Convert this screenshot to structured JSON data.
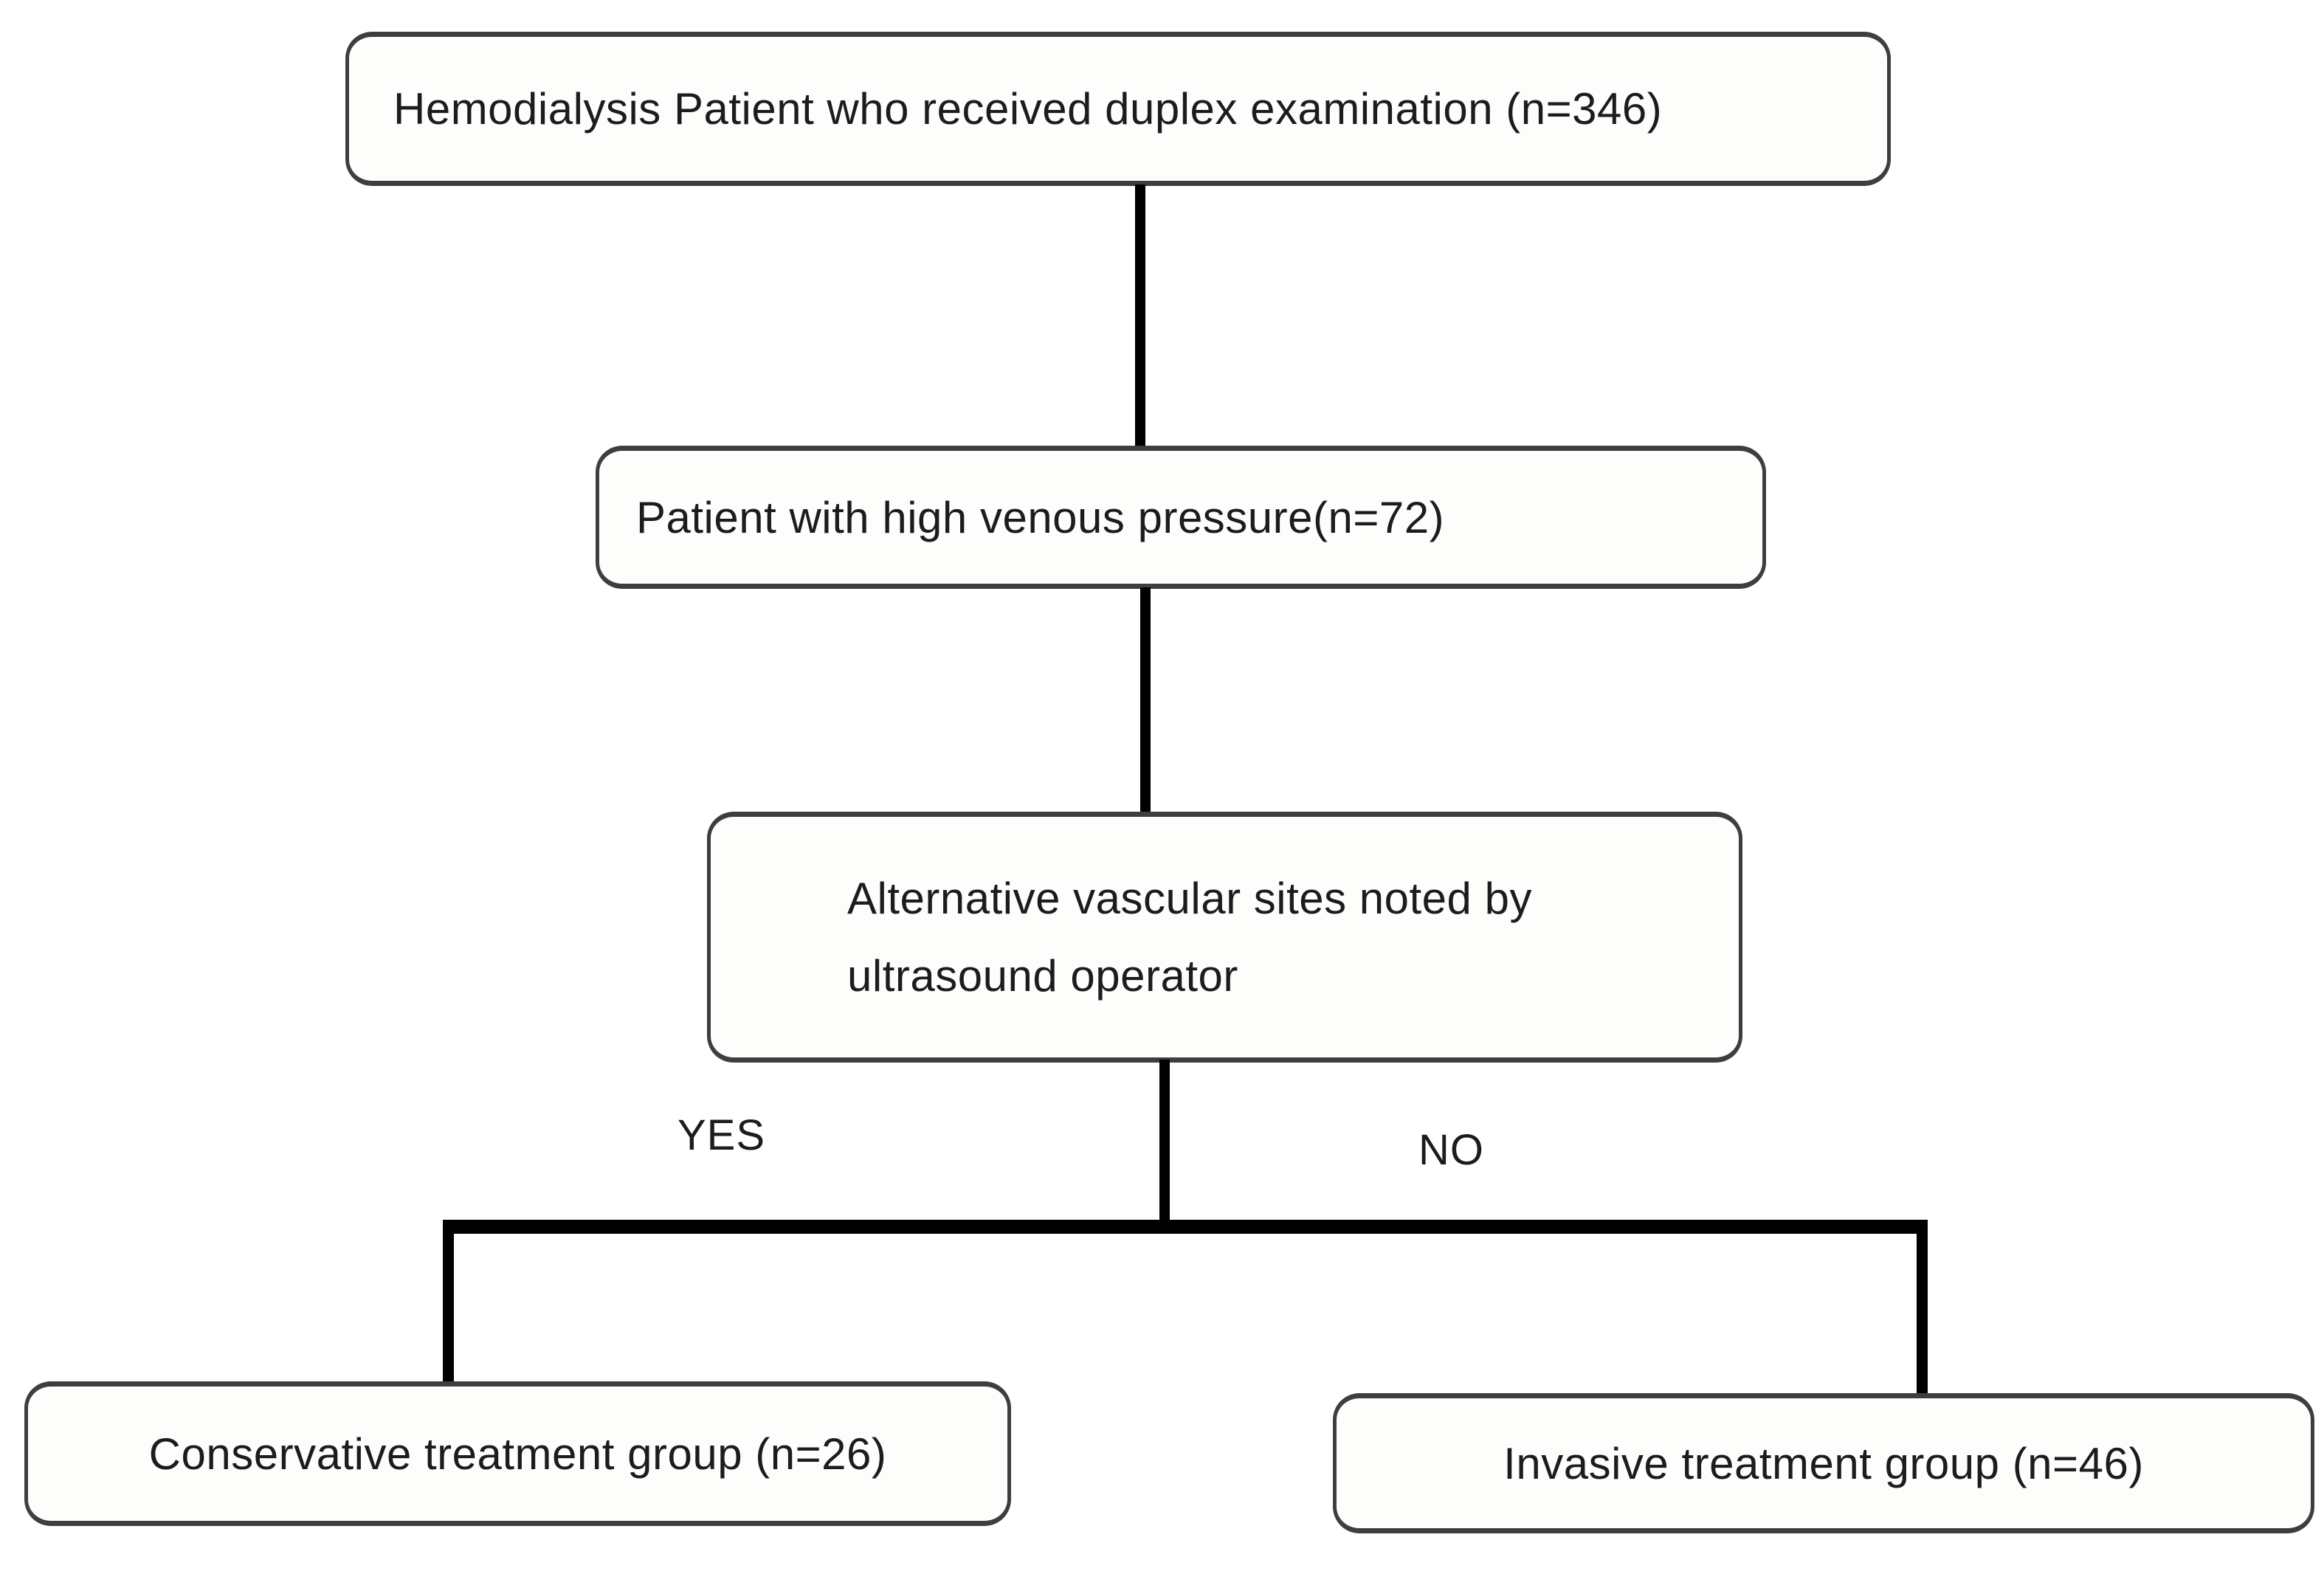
{
  "diagram": {
    "type": "flowchart",
    "background_color": "#ffffff",
    "box_border_color": "#3e3e3e",
    "box_fill_color": "#fdfdfc",
    "line_color": "#000000",
    "text_color": "#1c1c1c",
    "nodes": {
      "duplex": {
        "label": "Hemodialysis Patient who received duplex examination (n=346)",
        "n": 346
      },
      "pressure": {
        "label": "Patient with high venous pressure(n=72)",
        "n": 72
      },
      "alternative": {
        "line1": "Alternative vascular sites noted by",
        "line2": "ultrasound operator"
      },
      "conservative": {
        "label": "Conservative treatment group (n=26)",
        "n": 26
      },
      "invasive": {
        "label": "Invasive treatment group (n=46)",
        "n": 46
      }
    },
    "branch_labels": {
      "yes": "YES",
      "no": "NO"
    },
    "edges": [
      {
        "from": "duplex",
        "to": "pressure"
      },
      {
        "from": "pressure",
        "to": "alternative"
      },
      {
        "from": "alternative",
        "to": "conservative",
        "condition": "YES"
      },
      {
        "from": "alternative",
        "to": "invasive",
        "condition": "NO"
      }
    ]
  }
}
